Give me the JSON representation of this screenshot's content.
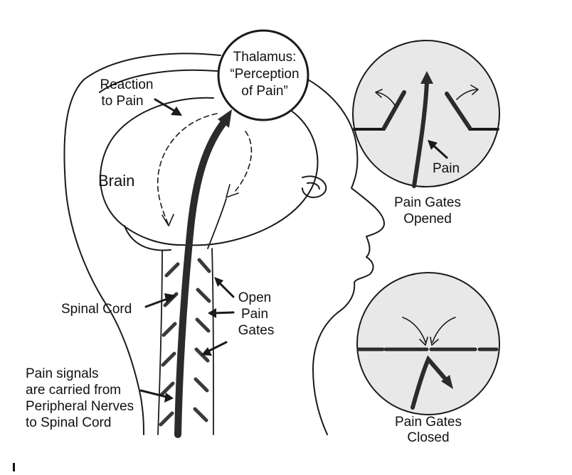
{
  "labels": {
    "thalamus": [
      "Thalamus:",
      "“Perception",
      "of Pain”"
    ],
    "reaction": [
      "Reaction",
      "to Pain"
    ],
    "brain": "Brain",
    "spinal_cord": "Spinal Cord",
    "open_gates": [
      "Open",
      "Pain",
      "Gates"
    ],
    "pain_signals": [
      "Pain signals",
      "are carried from",
      "Peripheral Nerves",
      "to Spinal Cord"
    ],
    "pain": "Pain",
    "gates_opened": [
      "Pain Gates",
      "Opened"
    ],
    "gates_closed": [
      "Pain Gates",
      "Closed"
    ]
  },
  "colors": {
    "ink": "#1a1a1a",
    "circle_fill": "#e8e8e8",
    "nerve": "#2b2b2b",
    "background": "#ffffff"
  }
}
